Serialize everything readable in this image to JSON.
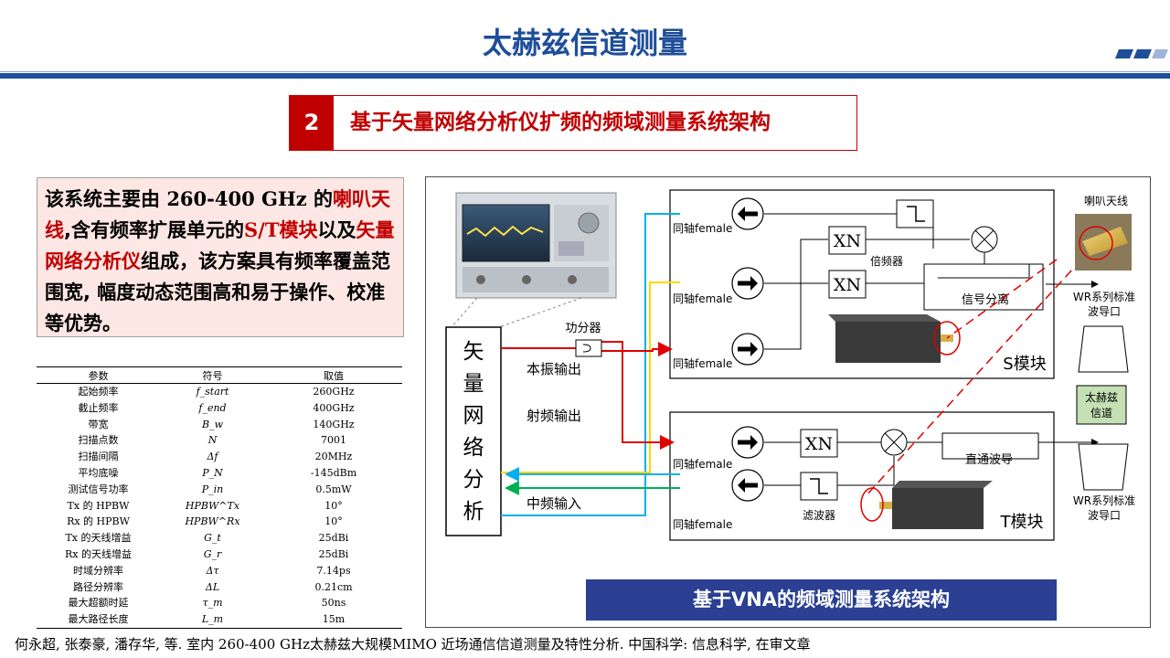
{
  "page_title": "太赫兹信道测量",
  "section": {
    "number": "2",
    "title": "基于矢量网络分析仪扩频的频域测量系统架构"
  },
  "description": {
    "p1": "该系统主要由 ",
    "p2": "260-400 GHz",
    "p3": " 的",
    "p4": "喇叭天线",
    "p5": ",含有频率扩展单元的",
    "p6": "S/T模块",
    "p7": "以及",
    "p8": "矢量网络分析仪",
    "p9": "组成，该方案具有频率覆盖范围宽, 幅度动态范围高和易于操作、校准等优势。"
  },
  "table": {
    "headers": [
      "参数",
      "符号",
      "取值"
    ],
    "rows": [
      [
        "起始频率",
        "f_start",
        "260GHz"
      ],
      [
        "截止频率",
        "f_end",
        "400GHz"
      ],
      [
        "带宽",
        "B_w",
        "140GHz"
      ],
      [
        "扫描点数",
        "N",
        "7001"
      ],
      [
        "扫描间隔",
        "Δf",
        "20MHz"
      ],
      [
        "平均底噪",
        "P_N",
        "-145dBm"
      ],
      [
        "测试信号功率",
        "P_in",
        "0.5mW"
      ],
      [
        "Tx 的 HPBW",
        "HPBW^Tx",
        "10°"
      ],
      [
        "Rx 的 HPBW",
        "HPBW^Rx",
        "10°"
      ],
      [
        "Tx 的天线增益",
        "G_t",
        "25dBi"
      ],
      [
        "Rx 的天线增益",
        "G_r",
        "25dBi"
      ],
      [
        "时域分辨率",
        "Δτ",
        "7.14ps"
      ],
      [
        "路径分辨率",
        "ΔL",
        "0.21cm"
      ],
      [
        "最大超额时延",
        "τ_m",
        "50ns"
      ],
      [
        "最大路径长度",
        "L_m",
        "15m"
      ]
    ]
  },
  "diagram": {
    "vna_label": [
      "矢",
      "量",
      "网",
      "络",
      "分",
      "析"
    ],
    "power_splitter": "功分器",
    "lo_output": "本振输出",
    "rf_output": "射频输出",
    "if_input": "中频输入",
    "coax_female": "同轴female",
    "multiplier": "XN",
    "multiplier_label": "倍频器",
    "signal_split": "信号分离",
    "s_module": "S模块",
    "t_module": "T模块",
    "horn_antenna": "喇叭天线",
    "waveguide_port": [
      "WR系列标准",
      "波导口"
    ],
    "thz_channel": [
      "太赫兹",
      "信道"
    ],
    "through_waveguide": "直通波导",
    "filter_label": "滤波器",
    "caption": "基于VNA的频域测量系统架构",
    "colors": {
      "cyan": "#00b0f0",
      "yellow": "#ffd700",
      "red": "#e00000",
      "green": "#00b050",
      "channel_box": "#c5e0b4"
    }
  },
  "citation": "何永超, 张泰豪, 潘存华, 等. 室内 260-400 GHz太赫兹大规模MIMO 近场通信信道测量及特性分析. 中国科学: 信息科学, 在审文章"
}
